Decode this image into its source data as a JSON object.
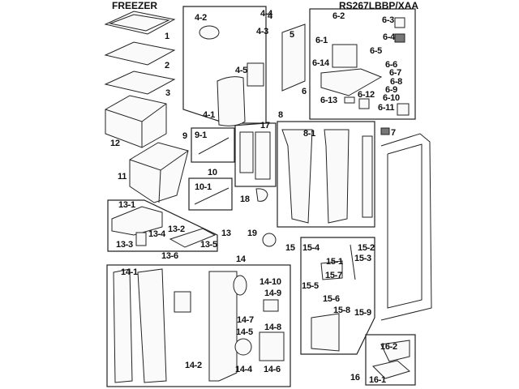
{
  "titles": {
    "left": "FREEZER",
    "model": "RS267LBBP/XAA"
  },
  "labels": {
    "l1": "1",
    "l2": "2",
    "l3": "3",
    "l4": "4",
    "l4_1": "4-1",
    "l4_2": "4-2",
    "l4_3": "4-3",
    "l4_4": "4-4",
    "l4_5": "4-5",
    "l5": "5",
    "l6": "6",
    "l6_1": "6-1",
    "l6_2": "6-2",
    "l6_3": "6-3",
    "l6_4": "6-4",
    "l6_5": "6-5",
    "l6_6": "6-6",
    "l6_7": "6-7",
    "l6_8": "6-8",
    "l6_9": "6-9",
    "l6_10": "6-10",
    "l6_11": "6-11",
    "l6_12": "6-12",
    "l6_13": "6-13",
    "l6_14": "6-14",
    "l7": "7",
    "l8": "8",
    "l8_1": "8-1",
    "l9": "9",
    "l9_1": "9-1",
    "l10": "10",
    "l10_1": "10-1",
    "l11": "11",
    "l12": "12",
    "l13": "13",
    "l13_1": "13-1",
    "l13_2": "13-2",
    "l13_3": "13-3",
    "l13_4": "13-4",
    "l13_5": "13-5",
    "l13_6": "13-6",
    "l14": "14",
    "l14_1": "14-1",
    "l14_2": "14-2",
    "l14_4": "14-4",
    "l14_5": "14-5",
    "l14_6": "14-6",
    "l14_7": "14-7",
    "l14_8": "14-8",
    "l14_9": "14-9",
    "l14_10": "14-10",
    "l15": "15",
    "l15_1": "15-1",
    "l15_2": "15-2",
    "l15_3": "15-3",
    "l15_4": "15-4",
    "l15_5": "15-5",
    "l15_6": "15-6",
    "l15_7": "15-7",
    "l15_8": "15-8",
    "l15_9": "15-9",
    "l16": "16",
    "l16_1": "16-1",
    "l16_2": "16-2",
    "l17": "17",
    "l18": "18",
    "l19": "19"
  }
}
